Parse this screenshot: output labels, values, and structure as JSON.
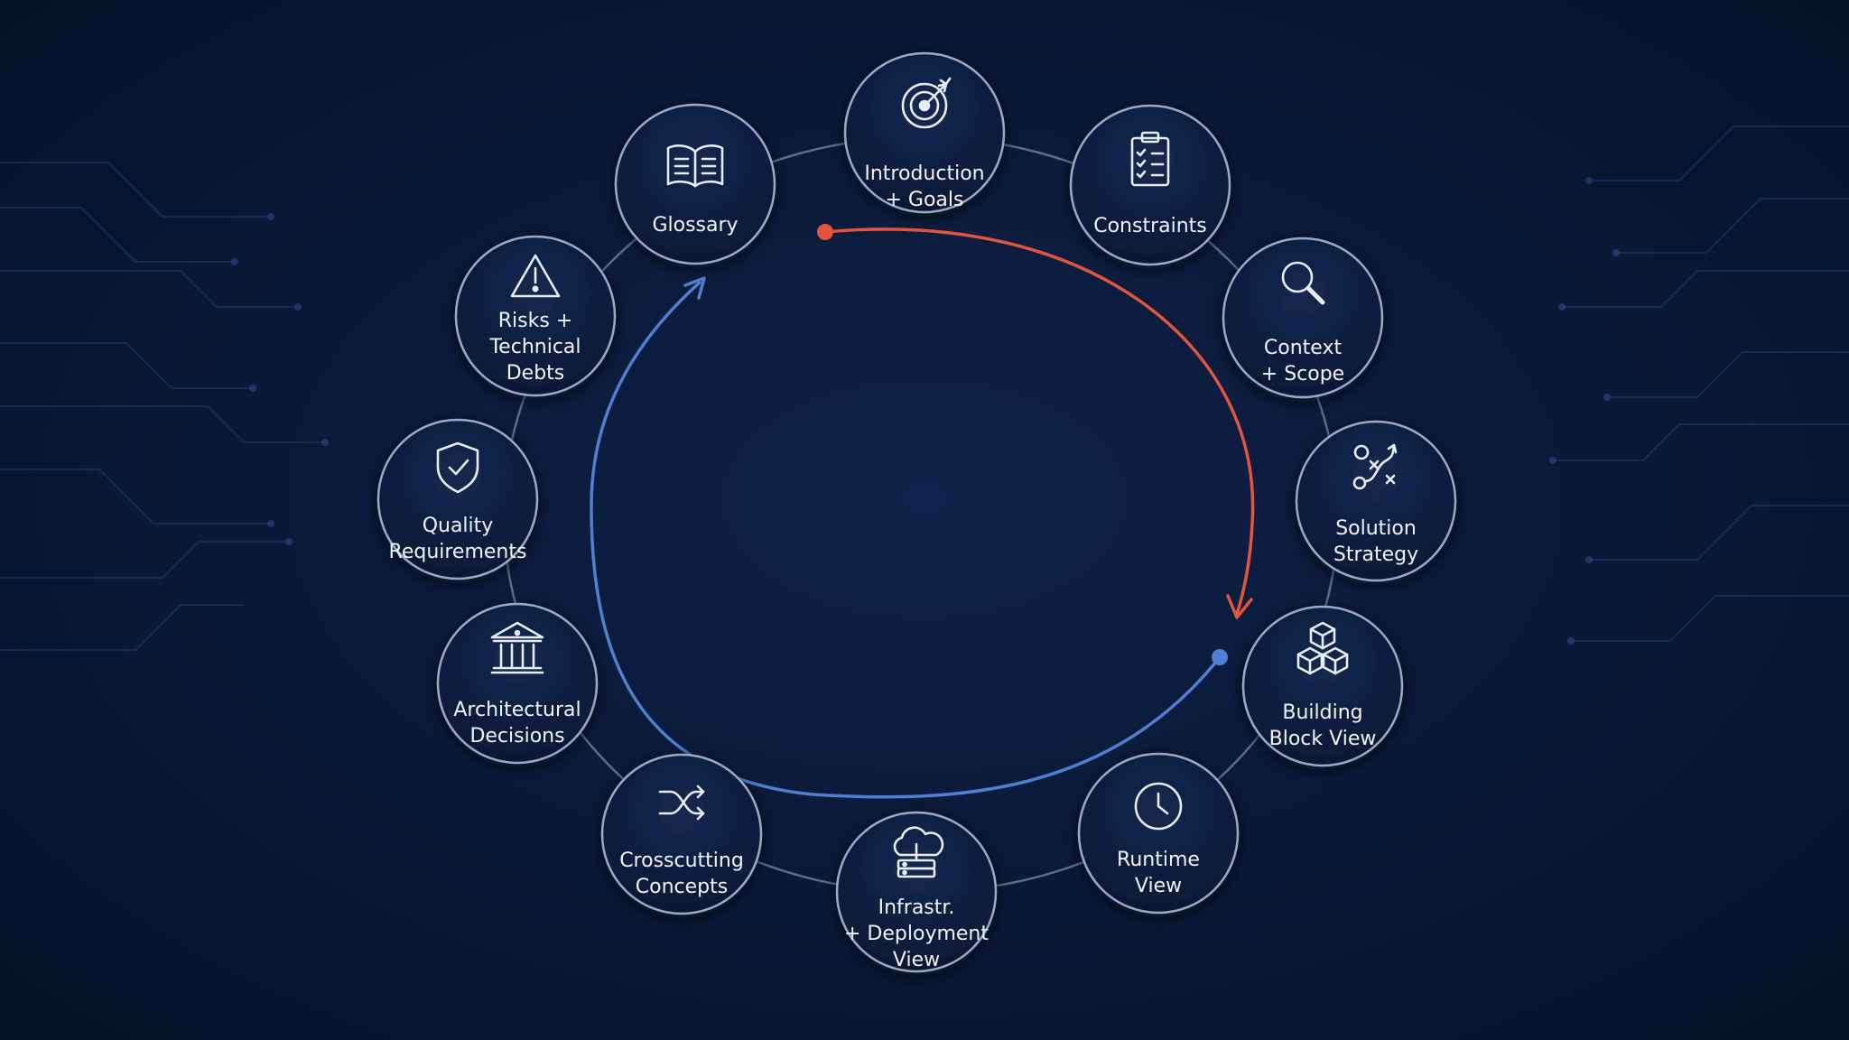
{
  "diagram": {
    "colors": {
      "background": "#0b1a3a",
      "node_fill": "#0c1a38",
      "node_border": "#9aa8c6",
      "ring": "#5d6c8c",
      "icon_stroke": "#e8ecf5",
      "text": "#f1f4fa",
      "forward_arrow": "#e0553f",
      "backward_arrow": "#4f7fd0"
    },
    "nodes": [
      {
        "id": "introduction-goals",
        "label": "Introduction\n+ Goals",
        "icon": "target-icon"
      },
      {
        "id": "constraints",
        "label": "Constraints",
        "icon": "clipboard-checklist-icon"
      },
      {
        "id": "context-scope",
        "label": "Context\n+ Scope",
        "icon": "magnifier-icon"
      },
      {
        "id": "solution-strategy",
        "label": "Solution\nStrategy",
        "icon": "strategy-play-icon"
      },
      {
        "id": "building-block-view",
        "label": "Building\nBlock View",
        "icon": "cubes-icon"
      },
      {
        "id": "runtime-view",
        "label": "Runtime\nView",
        "icon": "clock-icon"
      },
      {
        "id": "infrastructure-deployment-view",
        "label": "Infrastr.\n+ Deployment\nView",
        "icon": "cloud-server-icon"
      },
      {
        "id": "crosscutting-concepts",
        "label": "Crosscutting\nConcepts",
        "icon": "shuffle-icon"
      },
      {
        "id": "architectural-decisions",
        "label": "Architectural\nDecisions",
        "icon": "institution-icon"
      },
      {
        "id": "quality-requirements",
        "label": "Quality\nRequirements",
        "icon": "shield-check-icon"
      },
      {
        "id": "risks-technical-debts",
        "label": "Risks +\nTechnical\nDebts",
        "icon": "warning-icon"
      },
      {
        "id": "glossary",
        "label": "Glossary",
        "icon": "open-book-icon"
      }
    ],
    "arrows": [
      {
        "name": "forward-arrow",
        "from": "introduction-goals",
        "to": "building-block-view",
        "color": "#e0553f"
      },
      {
        "name": "backward-arrow",
        "from": "building-block-view",
        "to": "glossary",
        "color": "#4f7fd0"
      }
    ]
  }
}
